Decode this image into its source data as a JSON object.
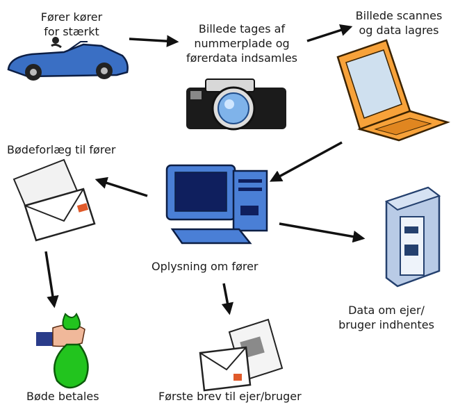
{
  "labels": {
    "car": [
      "Fører kører",
      "for stærkt"
    ],
    "camera": [
      "Billede tages af",
      "nummerplade og",
      "førerdata indsamles"
    ],
    "scan": [
      "Billede scannes",
      "og data lagres"
    ],
    "fine_notice": "Bødeforlæg til fører",
    "info": "Oplysning om fører",
    "owner_data": [
      "Data om ejer/",
      "bruger indhentes"
    ],
    "fine_paid": "Bøde betales",
    "first_letter": "Første brev til ejer/bruger"
  },
  "colors": {
    "car": "#3a6fc4",
    "laptop": "#f7a23a",
    "monitor": "#4a7fd6",
    "tower": "#b9cbe6",
    "moneybag": "#22c41e",
    "arrow": "#111111"
  },
  "icons": [
    "car-icon",
    "camera-icon",
    "laptop-icon",
    "computer-icon",
    "server-tower-icon",
    "letter-envelope-icon",
    "money-bag-icon"
  ]
}
